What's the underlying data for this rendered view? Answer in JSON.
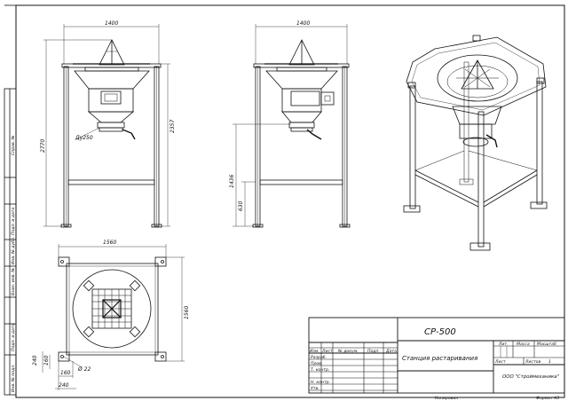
{
  "front_view": {
    "width_dim": "1400",
    "height_dim": "2357",
    "total_height_dim": "2770",
    "pipe_dim": "Ду250"
  },
  "side_view": {
    "width_dim": "1400",
    "height_1436": "1436",
    "height_630": "630"
  },
  "plan_view": {
    "width_dim": "1560",
    "height_dim": "1560",
    "dim_240_vertical": "240",
    "dim_160_vertical": "160",
    "dim_160_horizontal": "160",
    "dim_240_horizontal": "240",
    "hole_dim": "Ø 22"
  },
  "side_stamp": {
    "labels": [
      "Справ. №",
      "Подп. и дата",
      "Инв. № дубл.",
      "Взам. инв. №",
      "Подп. и дата",
      "Инв. № подл."
    ]
  },
  "title_block": {
    "designation": "СР-500",
    "title": "Станция растаривания",
    "company": "ООО \"Строймеханика\"",
    "col_izm": "Изм.",
    "col_list": "Лист",
    "col_ndoc": "№ докум.",
    "col_podp": "Подп.",
    "col_data": "Дата",
    "row_razrab": "Разраб.",
    "row_prov": "Пров.",
    "row_tkontr": "Т. контр.",
    "row_nkontr": "Н. контр.",
    "row_utv": "Утв.",
    "lit": "Лит.",
    "massa": "Масса",
    "masshtab": "Масштаб",
    "list": "Лист",
    "listov": "Листов",
    "listov_value": "1",
    "kopiroval": "Копировал",
    "format": "Формат А3"
  }
}
